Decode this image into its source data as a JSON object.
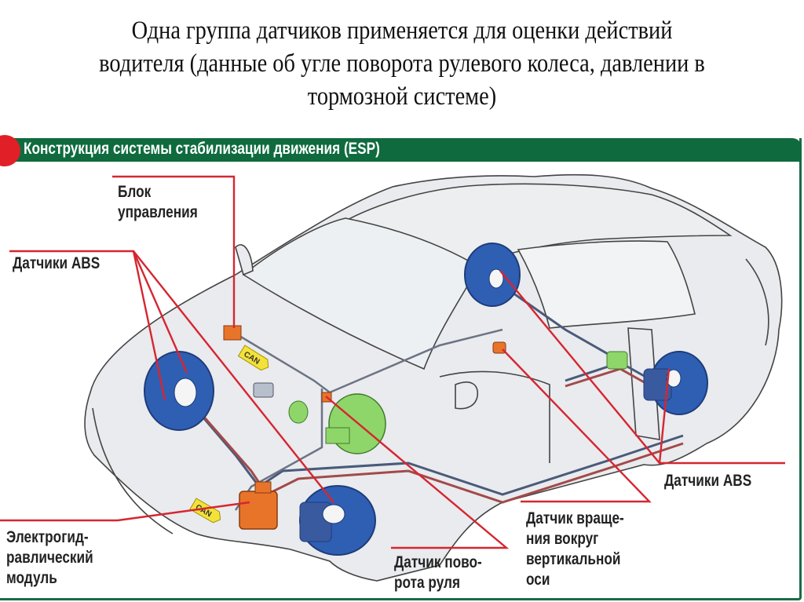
{
  "slide": {
    "title_lines": [
      "Одна группа датчиков применяется для оценки действий",
      "водителя (данные об угле поворота рулевого колеса, давлении в",
      "тормозной системе)"
    ]
  },
  "diagram": {
    "header": "Конструкция системы стабилизации движения (ESP)",
    "labels": {
      "control_unit": [
        "Блок",
        "управления"
      ],
      "abs_sensors_left": [
        "Датчики ABS"
      ],
      "abs_sensors_right": [
        "Датчики ABS"
      ],
      "hydraulic_module": [
        "Электрогид-",
        "равлический",
        "модуль"
      ],
      "steering_angle_sensor": [
        "Датчик пово-",
        "рота руля"
      ],
      "yaw_rate_sensor": [
        "Датчик враще-",
        "ния вокруг",
        "вертикальной",
        "оси"
      ]
    },
    "tags": {
      "can_1": "CAN",
      "can_2": "CAN"
    },
    "colors": {
      "header_green": "#0f6b3e",
      "leader_red": "#d62631",
      "brake_disc_blue": "#2f5fb3",
      "module_orange": "#e8742a",
      "booster_green": "#8fd66a",
      "can_yellow": "#f3e23a",
      "car_body": "#e9ebee"
    }
  }
}
